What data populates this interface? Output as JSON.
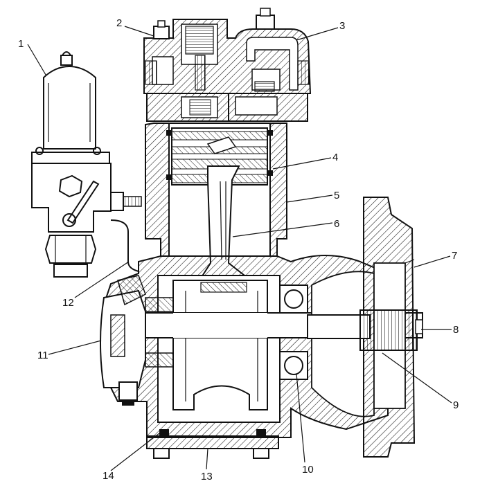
{
  "figure": {
    "callouts": [
      "1",
      "2",
      "3",
      "4",
      "5",
      "6",
      "7",
      "8",
      "9",
      "10",
      "11",
      "12",
      "13",
      "14"
    ]
  },
  "colors": {
    "ink": "#111111",
    "background": "#ffffff"
  }
}
